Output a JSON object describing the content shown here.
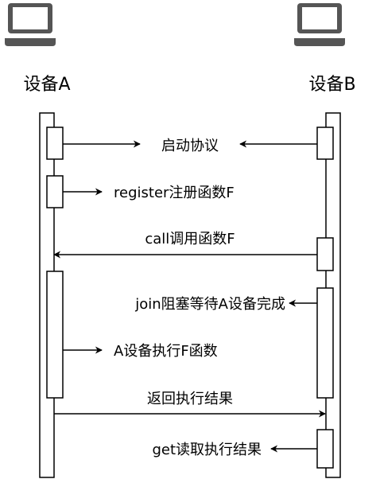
{
  "participants": {
    "a": {
      "name": "设备A",
      "icon": "laptop-icon"
    },
    "b": {
      "name": "设备B",
      "icon": "laptop-icon"
    }
  },
  "messages": [
    {
      "id": "m1",
      "text": "启动协议",
      "from": "both",
      "direction": "to-label"
    },
    {
      "id": "m2",
      "text": "register注册函数F",
      "from": "A",
      "direction": "self-note"
    },
    {
      "id": "m3",
      "text": "call调用函数F",
      "from": "B",
      "to": "A"
    },
    {
      "id": "m4",
      "text": "join阻塞等待A设备完成",
      "from": "B",
      "direction": "self-note"
    },
    {
      "id": "m5",
      "text": "A设备执行F函数",
      "from": "A",
      "direction": "self-note"
    },
    {
      "id": "m6",
      "text": "返回执行结果",
      "from": "A",
      "to": "B"
    },
    {
      "id": "m7",
      "text": "get读取执行结果",
      "from": "B",
      "direction": "self-note"
    }
  ],
  "colors": {
    "stroke": "#000000",
    "icon": "#555555",
    "fill": "#ffffff"
  }
}
